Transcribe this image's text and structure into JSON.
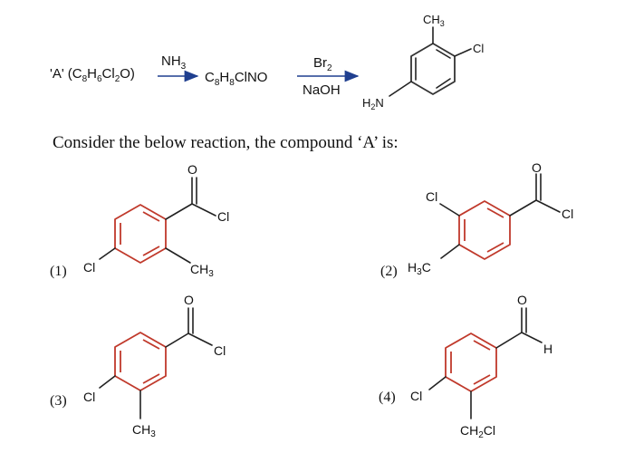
{
  "reaction": {
    "reactant_label": "'A'",
    "reactant_formula_prefix": "(C",
    "reactant_formula_sub1": "8",
    "reactant_formula_mid1": "H",
    "reactant_formula_sub2": "6",
    "reactant_formula_mid2": "Cl",
    "reactant_formula_sub3": "2",
    "reactant_formula_suffix": "O)",
    "reagent1_main": "NH",
    "reagent1_sub": "3",
    "intermediate_prefix": "C",
    "intermediate_sub1": "8",
    "intermediate_mid": "H",
    "intermediate_sub2": "8",
    "intermediate_suffix": "ClNO",
    "reagent2_main": "Br",
    "reagent2_sub": "2",
    "reagent3": "NaOH",
    "product": {
      "ch3_main": "CH",
      "ch3_sub": "3",
      "cl": "Cl",
      "amine_h": "H",
      "amine_sub": "2",
      "amine_n": "N"
    }
  },
  "question": "Consider the below reaction, the compound ‘A’ is:",
  "options": [
    {
      "number": "(1)",
      "o": "O",
      "cl_acyl": "Cl",
      "cl_ring": "Cl",
      "ch3_main": "CH",
      "ch3_sub": "3"
    },
    {
      "number": "(2)",
      "o": "O",
      "cl_acyl": "Cl",
      "cl_ring": "Cl",
      "h3c_h": "H",
      "h3c_sub": "3",
      "h3c_c": "C"
    },
    {
      "number": "(3)",
      "o": "O",
      "cl_acyl": "Cl",
      "cl_ring": "Cl",
      "ch3_main": "CH",
      "ch3_sub": "3"
    },
    {
      "number": "(4)",
      "o": "O",
      "h": "H",
      "cl_ring": "Cl",
      "ch2cl_main": "CH",
      "ch2cl_sub": "2",
      "ch2cl_end": "Cl"
    }
  ],
  "colors": {
    "ring": "#c0392b",
    "text": "#111111"
  }
}
